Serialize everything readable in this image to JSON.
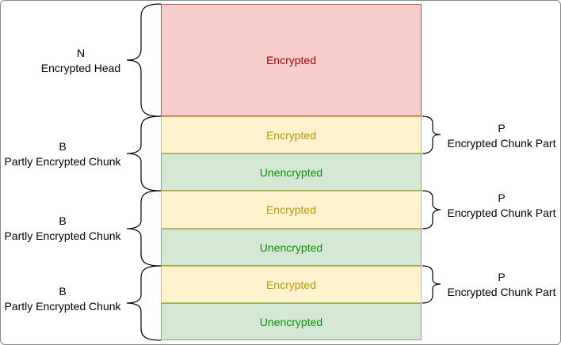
{
  "blocks": {
    "head": "Encrypted",
    "chunk1_enc": "Encrypted",
    "chunk1_unenc": "Unencrypted",
    "chunk2_enc": "Encrypted",
    "chunk2_unenc": "Unencrypted",
    "chunk3_enc": "Encrypted",
    "chunk3_unenc": "Unencrypted"
  },
  "left_labels": {
    "head": {
      "letter": "N",
      "text": "Encrypted Head"
    },
    "chunk1": {
      "letter": "B",
      "text": "Partly Encrypted Chunk"
    },
    "chunk2": {
      "letter": "B",
      "text": "Partly Encrypted Chunk"
    },
    "chunk3": {
      "letter": "B",
      "text": "Partly Encrypted Chunk"
    }
  },
  "right_labels": {
    "part1": {
      "letter": "P",
      "text": "Encrypted Chunk Part"
    },
    "part2": {
      "letter": "P",
      "text": "Encrypted Chunk Part"
    },
    "part3": {
      "letter": "P",
      "text": "Encrypted Chunk Part"
    }
  }
}
